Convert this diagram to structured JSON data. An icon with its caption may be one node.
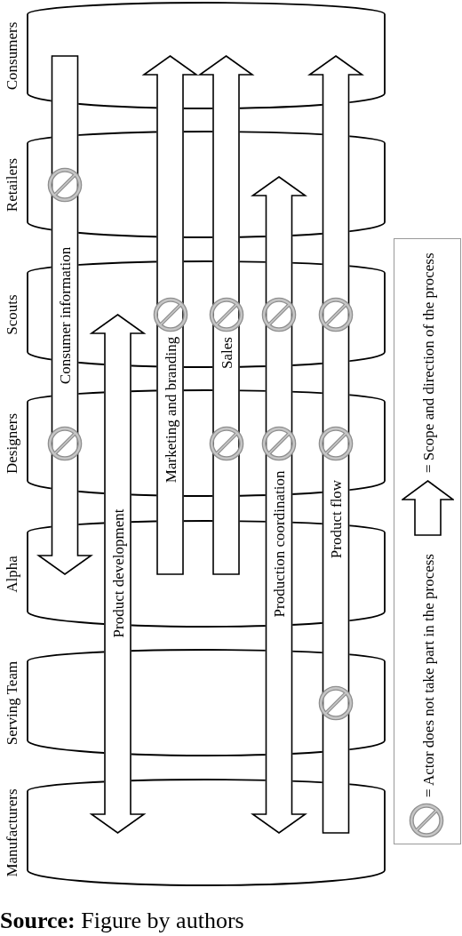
{
  "diagram": {
    "caption": "**Source:** Figure by authors",
    "nodes": [
      {
        "text": [
          "Consumers"
        ]
      },
      {
        "text": [
          "Retailers"
        ]
      },
      {
        "text": [
          "Scouts"
        ]
      },
      {
        "text": [
          "Designers"
        ]
      },
      {
        "text": [
          "Alpha"
        ]
      },
      {
        "text": [
          "Serving Team"
        ]
      },
      {
        "text": [
          "Manufacturers"
        ]
      }
    ],
    "edges": [
      {
        "from": 0,
        "to": 4,
        "arrow": "to",
        "label": "Consumer information"
      },
      {
        "from": 2,
        "to": 6,
        "arrow": "both",
        "label": "Product development"
      },
      {
        "from": 4,
        "to": 0,
        "arrow": "to",
        "label": "Marketing and branding"
      },
      {
        "from": 4,
        "to": 0,
        "arrow": "to",
        "label": "Sales"
      },
      {
        "from": 1,
        "to": 6,
        "arrow": "both",
        "label": "Production coordination"
      },
      {
        "from": 6,
        "to": 0,
        "arrow": "to",
        "label": "Product flow"
      }
    ],
    "legend": [
      {
        "text": "= Scope and direction of the process"
      },
      {
        "text": "= Actor does not take part in the process"
      }
    ]
  }
}
